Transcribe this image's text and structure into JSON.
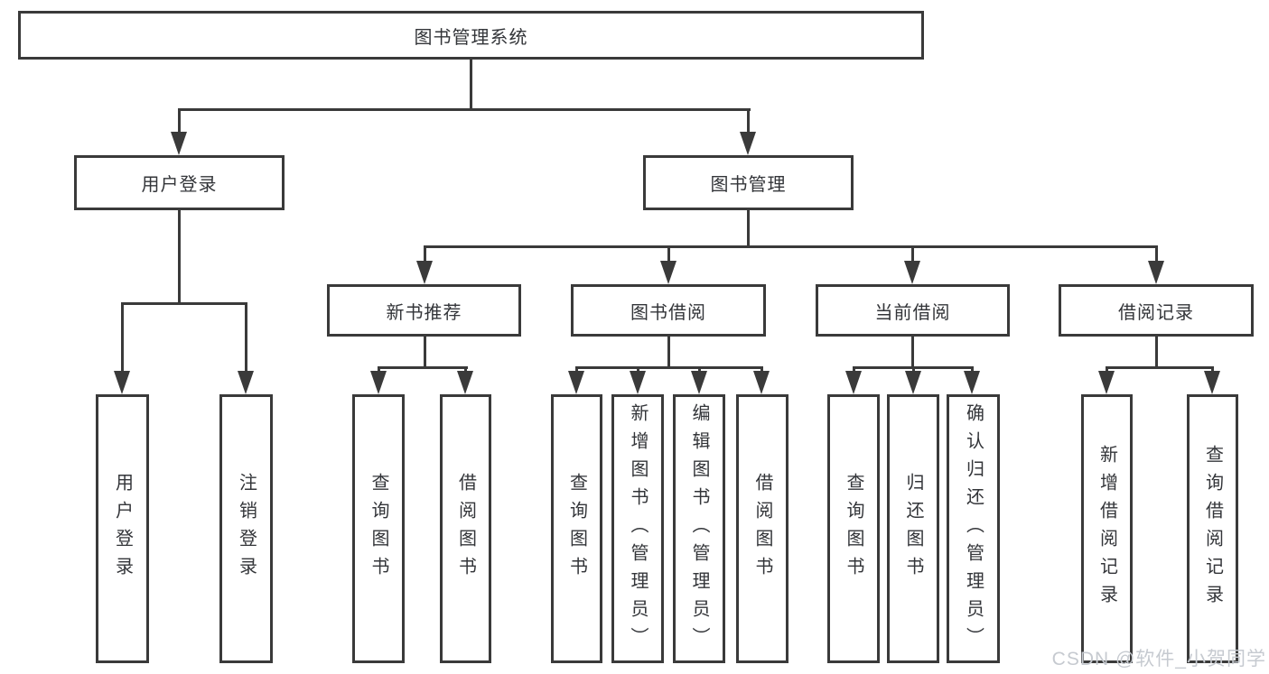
{
  "page": {
    "background": "#ffffff",
    "line_color": "#3a3a3a",
    "box_border_color": "#3a3a3a",
    "text_color": "#333539"
  },
  "watermark": {
    "text": "CSDN @软件_小贺同学",
    "color": "#c6cad0"
  },
  "diagram": {
    "type": "tree",
    "root": {
      "label": "图书管理系统",
      "children": [
        {
          "label": "用户登录",
          "children": [
            {
              "label": "用户登录"
            },
            {
              "label": "注销登录"
            }
          ]
        },
        {
          "label": "图书管理",
          "children": [
            {
              "label": "新书推荐",
              "children": [
                {
                  "label": "查询图书"
                },
                {
                  "label": "借阅图书"
                }
              ]
            },
            {
              "label": "图书借阅",
              "children": [
                {
                  "label": "查询图书"
                },
                {
                  "label": "新增图书（管理员）"
                },
                {
                  "label": "编辑图书（管理员）"
                },
                {
                  "label": "借阅图书"
                }
              ]
            },
            {
              "label": "当前借阅",
              "children": [
                {
                  "label": "查询图书"
                },
                {
                  "label": "归还图书"
                },
                {
                  "label": "确认归还（管理员）"
                }
              ]
            },
            {
              "label": "借阅记录",
              "children": [
                {
                  "label": "新增借阅记录"
                },
                {
                  "label": "查询借阅记录"
                }
              ]
            }
          ]
        }
      ]
    }
  }
}
